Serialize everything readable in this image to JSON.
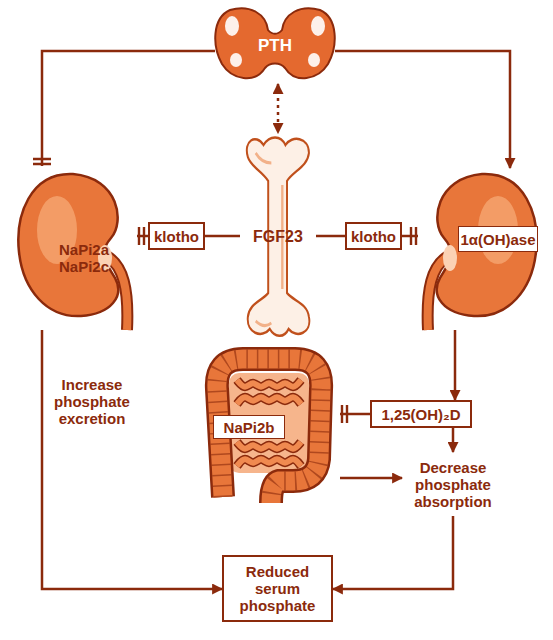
{
  "diagram": {
    "nodes": [
      {
        "text": [
          "PTH"
        ]
      },
      {
        "text": [
          "NaPi2a NaPi2c"
        ]
      },
      {
        "text": [
          "klotho"
        ]
      },
      {
        "text": [
          "FGF23"
        ]
      },
      {
        "text": [
          "klotho"
        ]
      },
      {
        "text": [
          "1α(OH)ase"
        ]
      },
      {
        "text": [
          "NaPi2b"
        ]
      },
      {
        "text": [
          "1,25(OH)₂D"
        ]
      },
      {
        "text": [
          "Decrease phosphate absorption"
        ]
      },
      {
        "text": [
          "Reduced serum phosphate"
        ]
      }
    ],
    "edges": [
      {
        "from": 0,
        "to": 1,
        "arrow": "to"
      },
      {
        "from": 0,
        "to": 5,
        "arrow": "to"
      },
      {
        "from": 0,
        "to": 3,
        "arrow": "both"
      },
      {
        "from": 3,
        "to": 2,
        "arrow": "none"
      },
      {
        "from": 2,
        "to": 1,
        "arrow": "to"
      },
      {
        "from": 3,
        "to": 4,
        "arrow": "none"
      },
      {
        "from": 4,
        "to": 5,
        "arrow": "to"
      },
      {
        "from": 5,
        "to": 7,
        "arrow": "to"
      },
      {
        "from": 7,
        "to": 6,
        "arrow": "to"
      },
      {
        "from": 7,
        "to": 8,
        "arrow": "to"
      },
      {
        "from": 6,
        "to": 8,
        "arrow": "to"
      },
      {
        "from": 8,
        "to": 9,
        "arrow": "to"
      },
      {
        "from": 1,
        "to": 9,
        "arrow": "to",
        "label": "Increase phosphate excretion"
      }
    ]
  }
}
